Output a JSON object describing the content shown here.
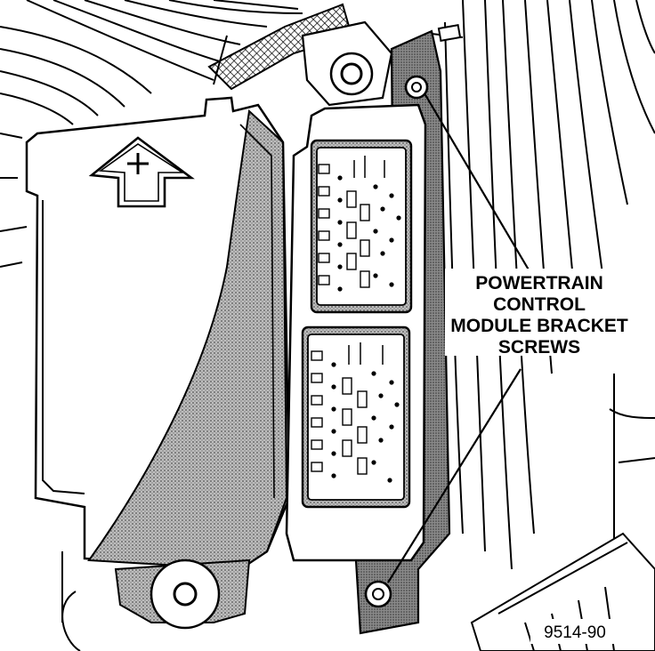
{
  "callout": {
    "lines": [
      "POWERTRAIN",
      "CONTROL",
      "MODULE BRACKET",
      "SCREWS"
    ]
  },
  "figure_number": "9514-90",
  "icons": {
    "arrow": "up-arrow-with-plus-icon",
    "screw": "bracket-screw-icon"
  },
  "colors": {
    "ink": "#000000",
    "paper": "#ffffff",
    "shade": "#a8a8a8"
  }
}
